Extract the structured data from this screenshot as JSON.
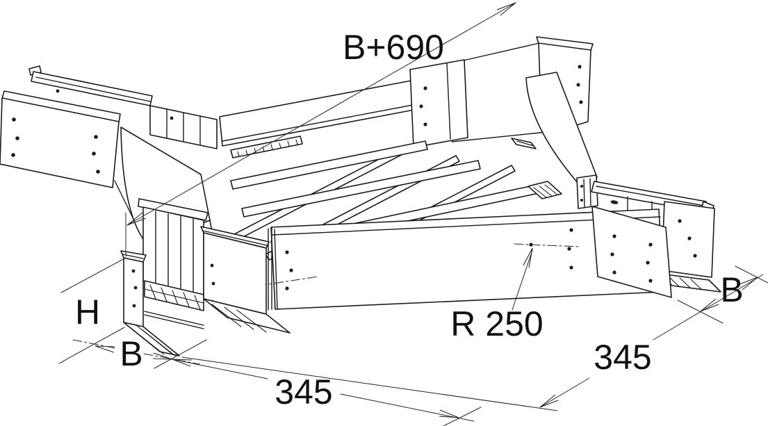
{
  "page": {
    "background": "#ffffff"
  },
  "drawing": {
    "subject": "Four-way cross piece for cable tray, isometric line drawing",
    "line_color": "#1a1a1a",
    "labels": {
      "overall_width": "B+690",
      "height": "H",
      "width_left": "B",
      "length_bottom": "345",
      "length_right": "345",
      "width_right": "B",
      "radius": "R 250"
    }
  }
}
